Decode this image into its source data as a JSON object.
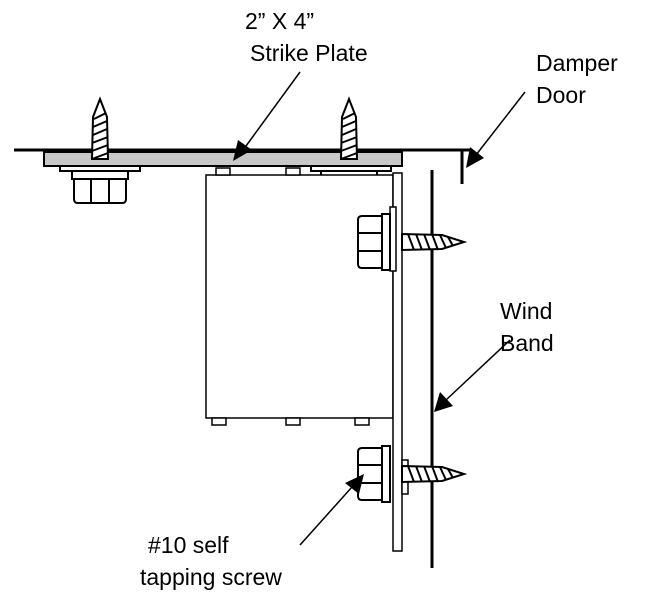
{
  "labels": {
    "strike_plate_size": "2” X 4”",
    "strike_plate_name": "Strike Plate",
    "damper_door_line1": "Damper",
    "damper_door_line2": "Door",
    "wind_band_line1": "Wind",
    "wind_band_line2": "Band",
    "screw_line1": "#10 self",
    "screw_line2": "tapping screw"
  },
  "colors": {
    "line": "#000000",
    "strike_plate_fill": "#c8c8c8",
    "bracket_fill": "#ffffff",
    "background": "#ffffff"
  }
}
